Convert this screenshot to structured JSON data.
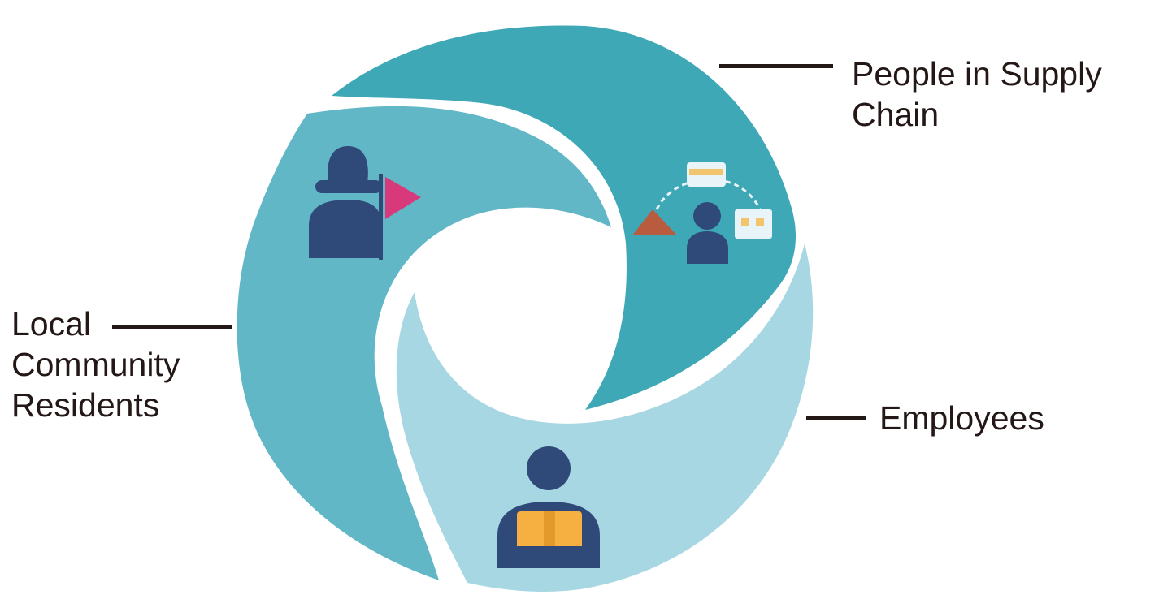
{
  "diagram": {
    "segments": [
      {
        "id": "supply-chain",
        "color": "#3fa8b6",
        "icon": "supply-chain-network-icon"
      },
      {
        "id": "community",
        "color": "#62b7c6",
        "icon": "community-resident-flag-icon"
      },
      {
        "id": "employees",
        "color": "#a6d7e2",
        "icon": "employee-box-icon"
      }
    ],
    "labels": {
      "supply_chain_line1": "People in Supply",
      "supply_chain_line2": "Chain",
      "community_line1": "Local",
      "community_line2": "Community",
      "community_line3": "Residents",
      "employees": "Employees"
    },
    "icon_colors": {
      "person": "#2f4a78",
      "flag": "#d8397a",
      "box": "#f5b041",
      "roof": "#b85b3e"
    }
  }
}
